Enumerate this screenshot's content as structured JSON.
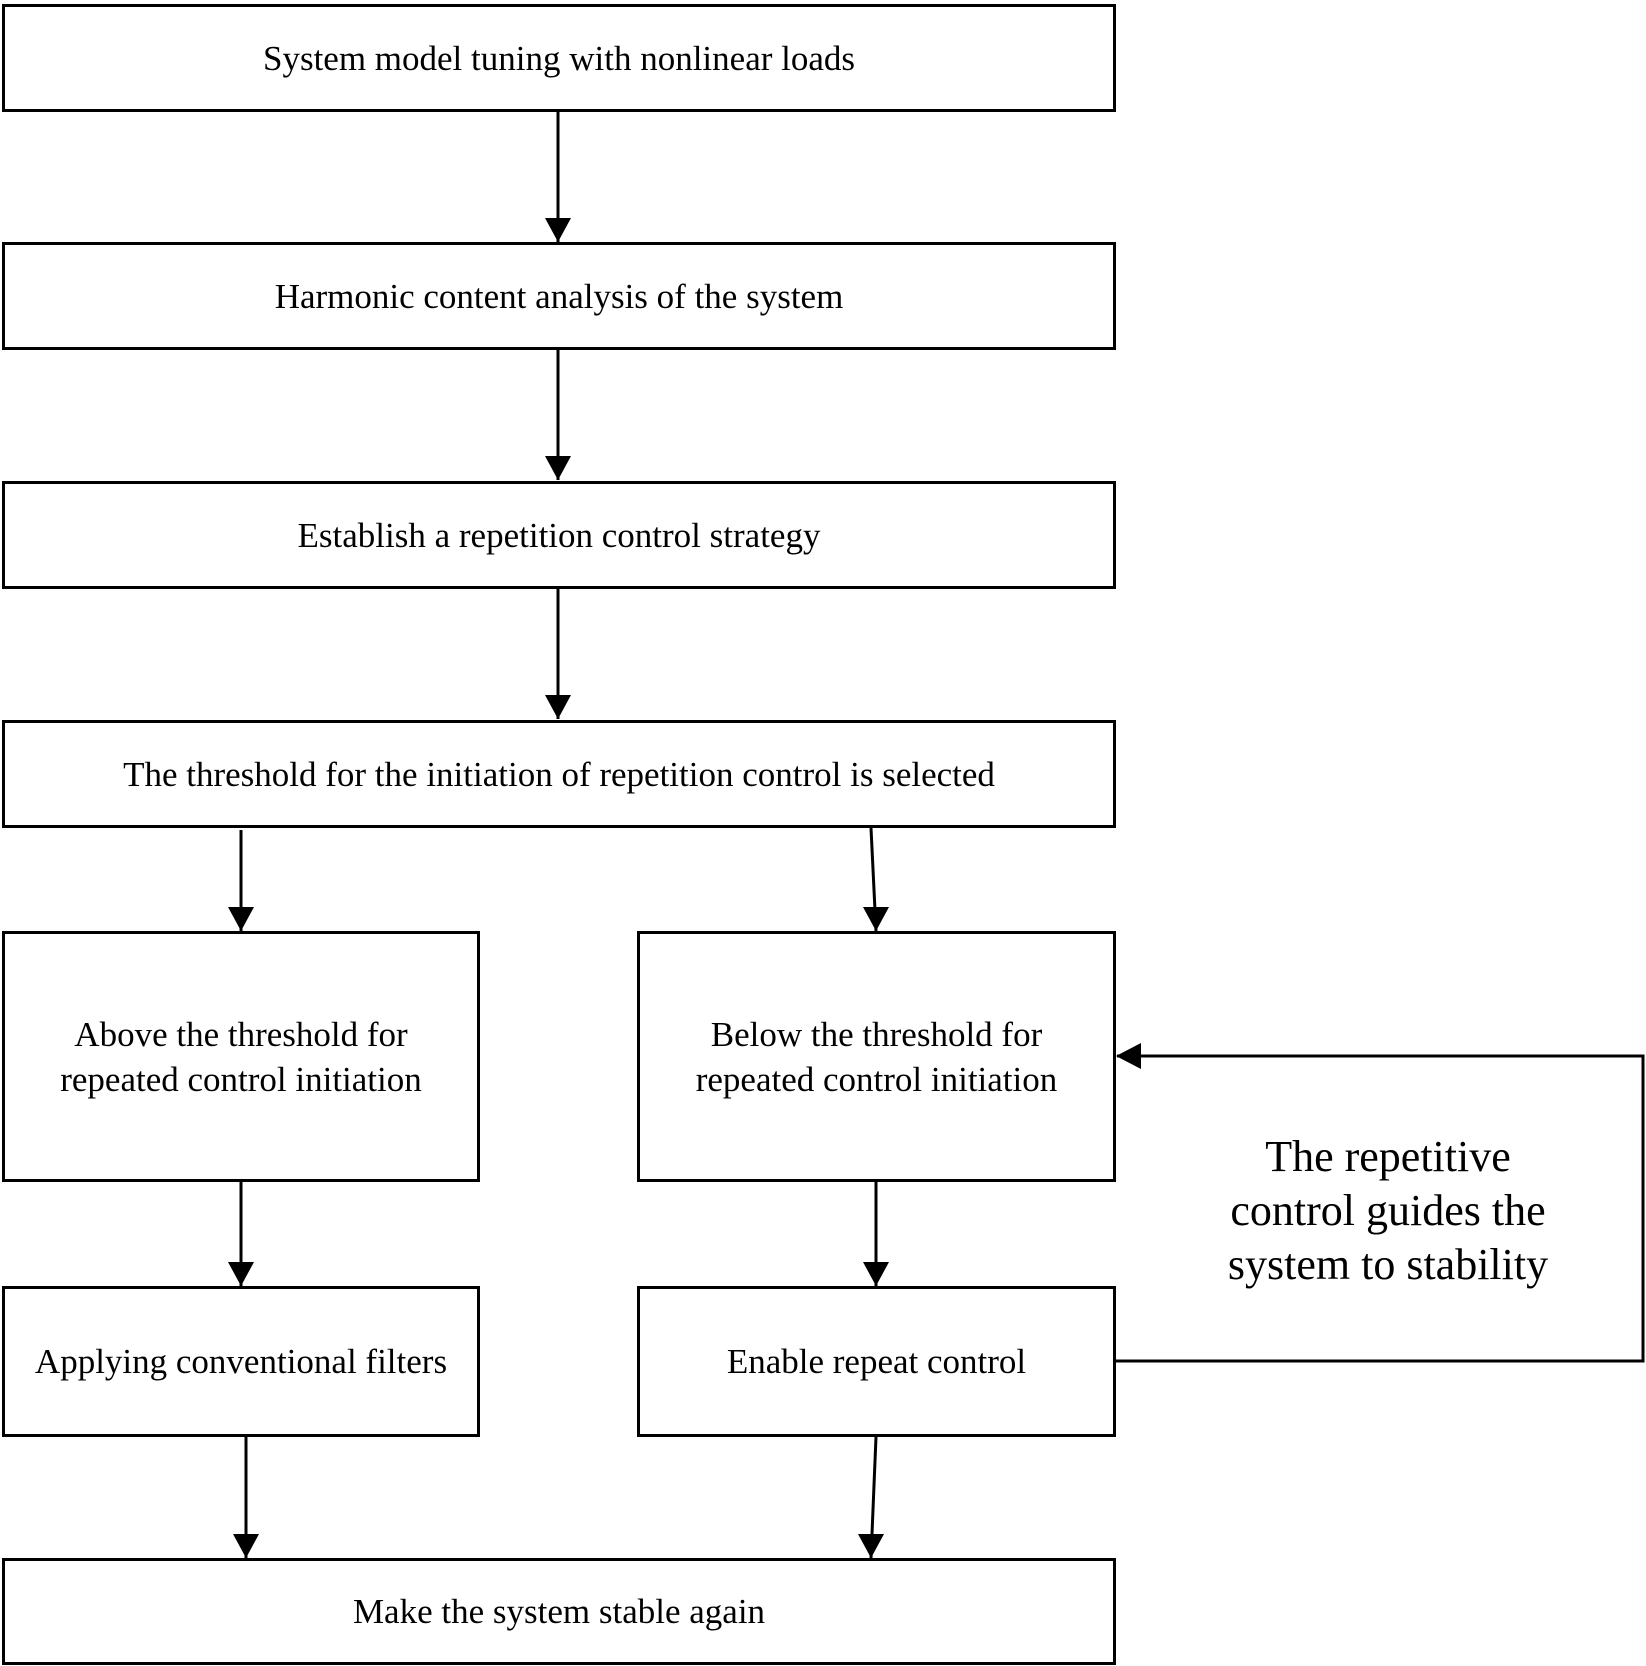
{
  "steps": {
    "tuning": "System model tuning with nonlinear loads",
    "harmonic": "Harmonic content analysis of the system",
    "strategy": "Establish a repetition control strategy",
    "threshold": "The threshold for the initiation of repetition control is selected",
    "above": [
      "Above the threshold for",
      "repeated control initiation"
    ],
    "below": [
      "Below the threshold for",
      "repeated control initiation"
    ],
    "filters": "Applying conventional filters",
    "enable": "Enable repeat control",
    "stable": "Make the system stable again"
  },
  "feedback_note": [
    "The repetitive",
    "control guides the",
    "system to stability"
  ]
}
